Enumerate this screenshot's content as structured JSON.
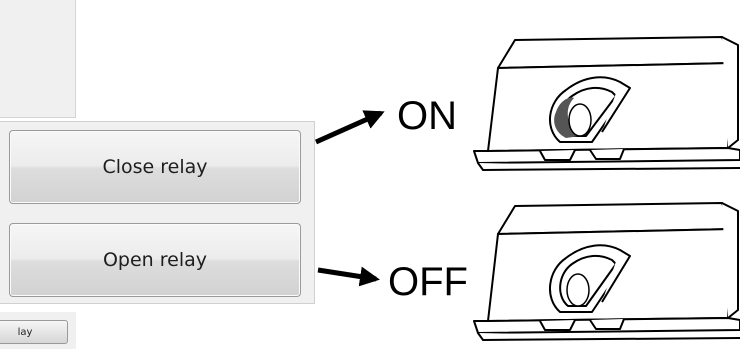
{
  "buttons": {
    "close_relay": "Close relay",
    "open_relay": "Open relay",
    "cropped_bottom": "lay"
  },
  "states": {
    "on": "ON",
    "off": "OFF"
  },
  "icons": {
    "switch_on": "switch-on-icon",
    "switch_off": "switch-off-icon",
    "arrow": "arrow-icon"
  },
  "colors": {
    "panel": "#f0f0f0",
    "button_text": "#1e1e1e",
    "switch_shadow": "#555555"
  }
}
